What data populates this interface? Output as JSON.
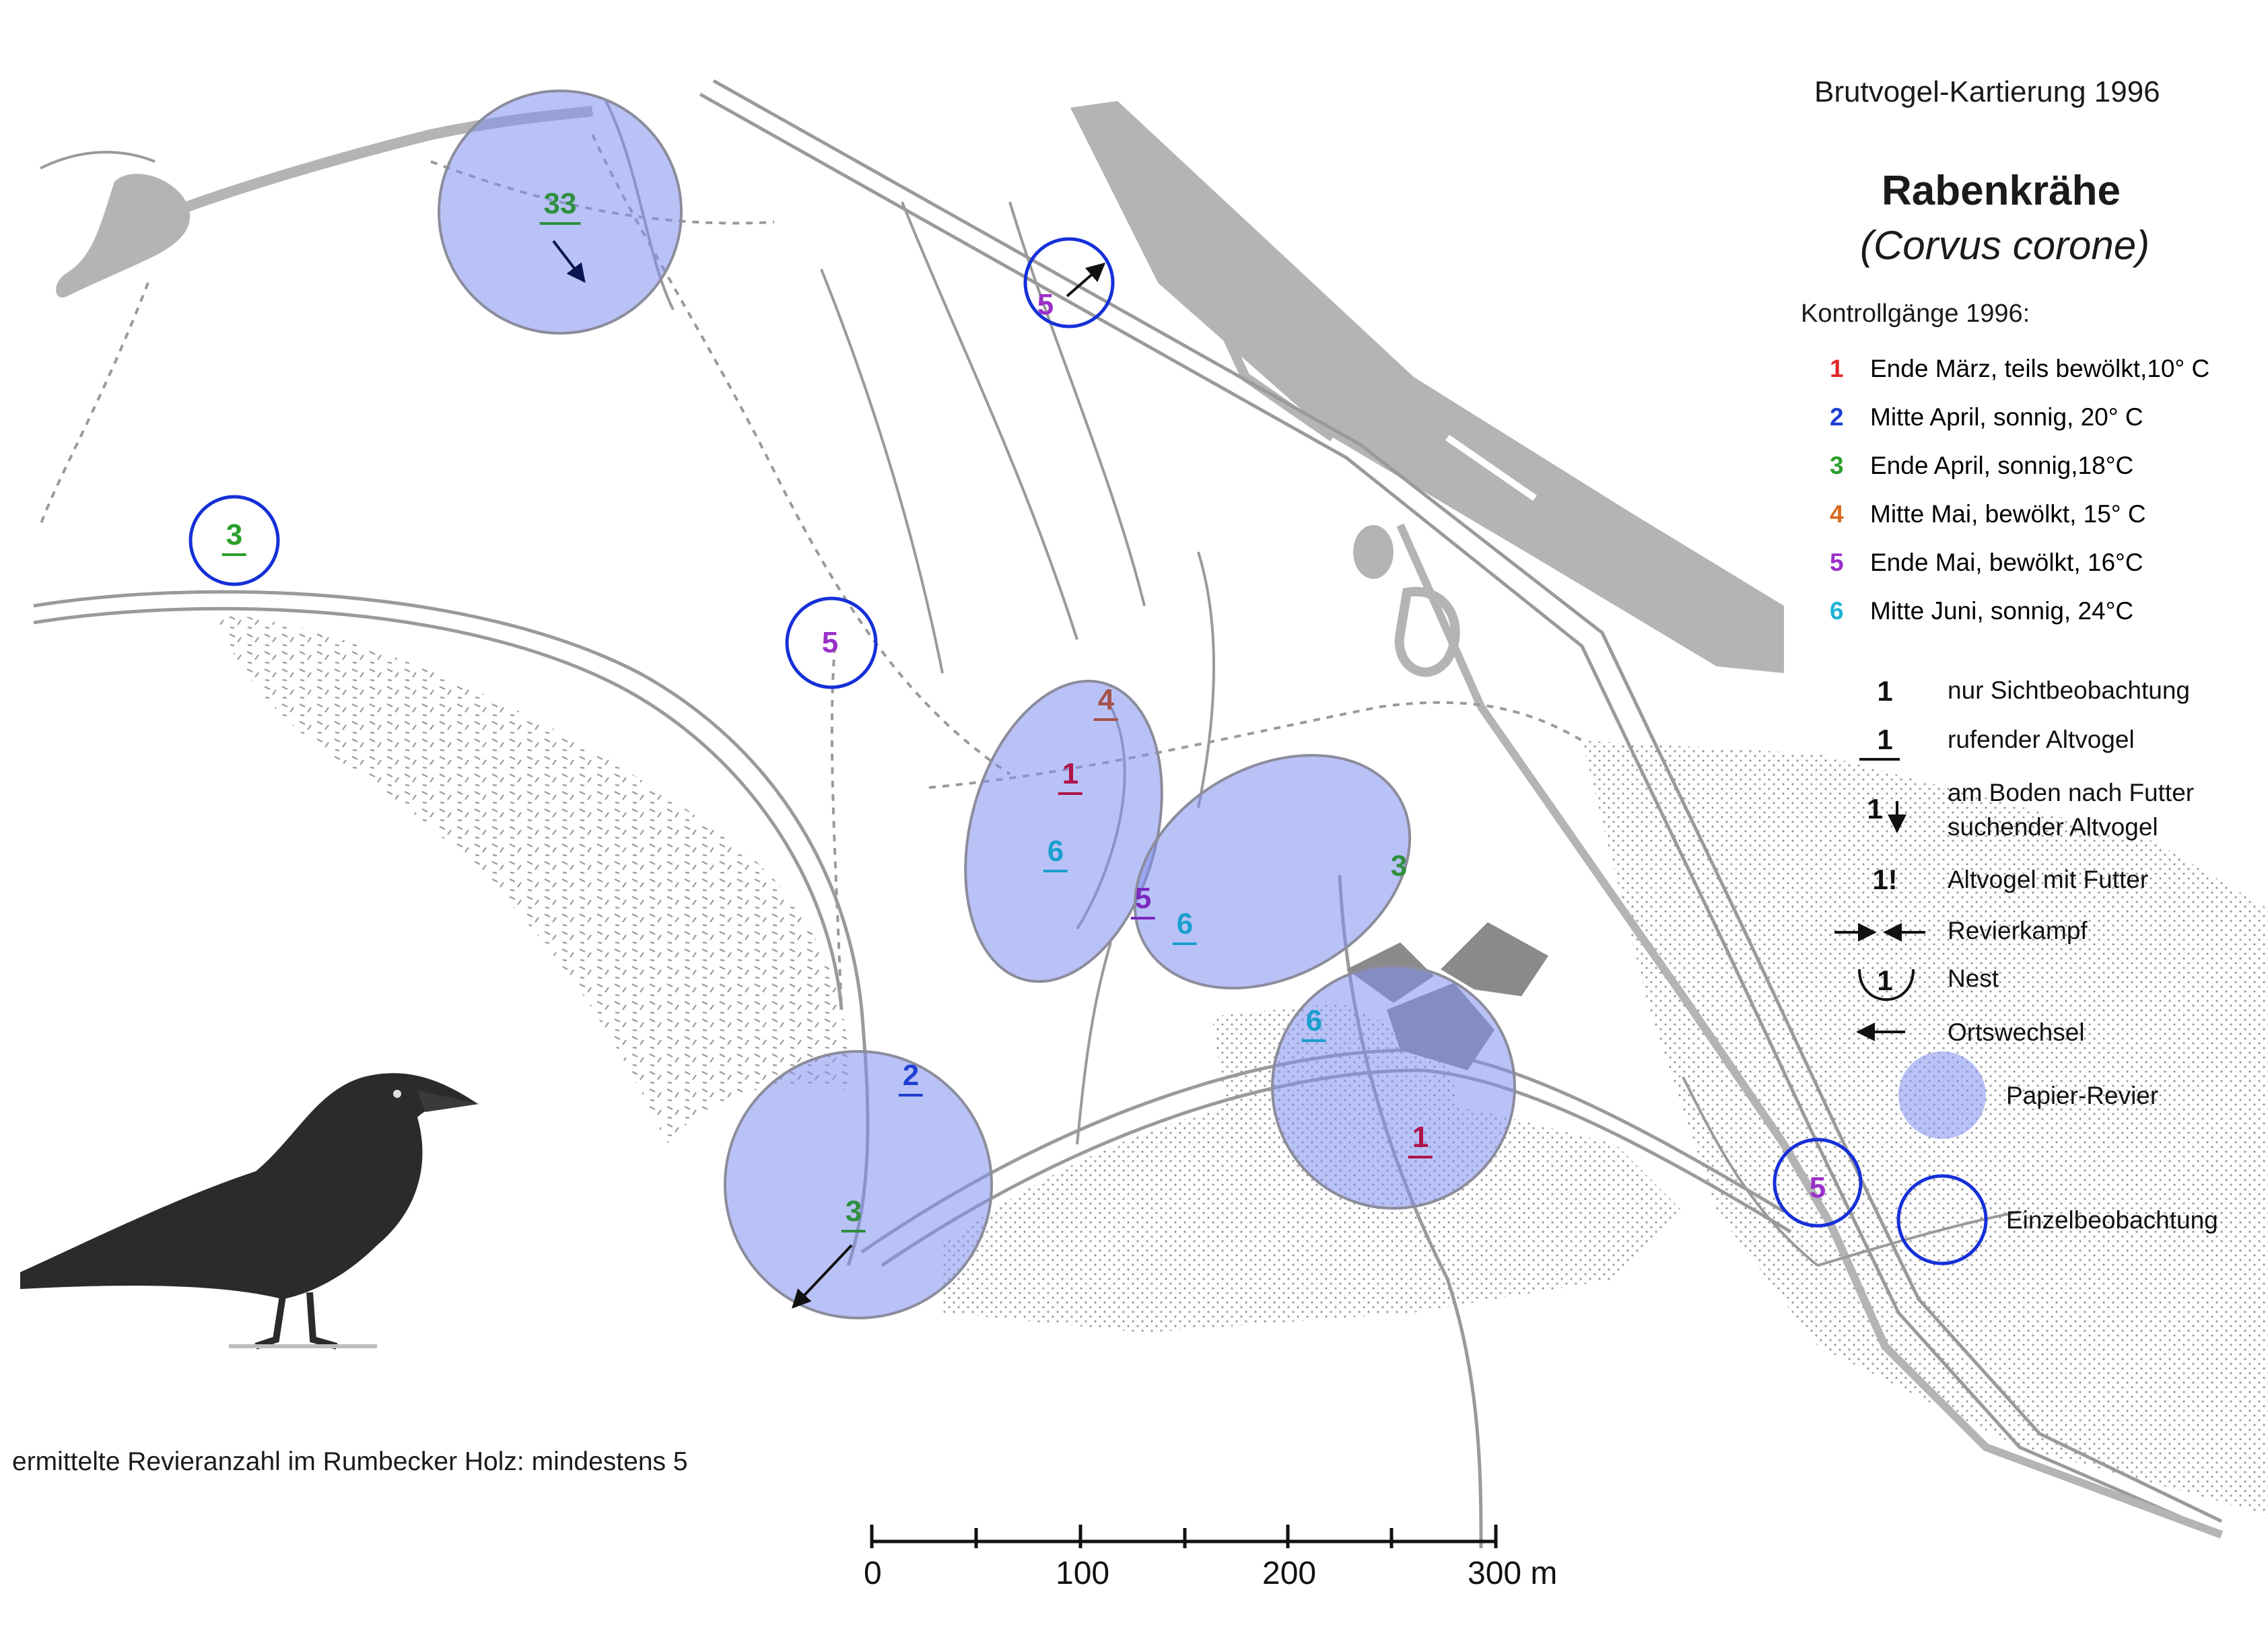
{
  "title": "Brutvogel-Kartierung 1996",
  "species": {
    "common_name": "Rabenkrähe",
    "latin_name": "(Corvus corone)"
  },
  "visits": {
    "title": "Kontrollgänge 1996:",
    "items": [
      {
        "num": "1",
        "label": "Ende März, teils bewölkt,10° C",
        "color": "#e0262b"
      },
      {
        "num": "2",
        "label": "Mitte April, sonnig, 20° C",
        "color": "#1f3fd1"
      },
      {
        "num": "3",
        "label": "Ende April, sonnig,18°C",
        "color": "#2aa02a"
      },
      {
        "num": "4",
        "label": "Mitte Mai, bewölkt, 15° C",
        "color": "#d96a1e"
      },
      {
        "num": "5",
        "label": "Ende Mai, bewölkt, 16°C",
        "color": "#9b30c9"
      },
      {
        "num": "6",
        "label": "Mitte Juni, sonnig, 24°C",
        "color": "#1ab3d6"
      }
    ]
  },
  "legend": {
    "sight": {
      "symbol": "1",
      "label": "nur Sichtbeobachtung"
    },
    "calling": {
      "symbol": "1",
      "label": "rufender Altvogel"
    },
    "foraging": {
      "symbol": "1",
      "label_line1": "am Boden nach Futter",
      "label_line2": "suchender Altvogel"
    },
    "with_food": {
      "symbol": "1!",
      "label": "Altvogel mit Futter"
    },
    "fight": {
      "label": "Revierkampf"
    },
    "nest": {
      "symbol": "1",
      "label": "Nest"
    },
    "move": {
      "label": "Ortswechsel"
    },
    "paper_territory": {
      "label": "Papier-Revier"
    },
    "single_obs": {
      "label": "Einzelbeobachtung"
    }
  },
  "footer": "ermittelte Revieranzahl im Rumbecker Holz: mindestens 5",
  "scale": {
    "labels": [
      "0",
      "100",
      "200",
      "300 m"
    ]
  },
  "colors": {
    "territory_fill": "#7f8ff0",
    "territory_stroke": "#8c8c9c",
    "single_obs_stroke": "#1530d8",
    "map_gray": "#b4b4b4",
    "map_line": "#9a9a9a"
  },
  "markers": {
    "t1_a": "3",
    "t1_b": "3",
    "t2_4": "4",
    "t2_1": "1",
    "t2_6": "6",
    "t3_5": "5",
    "t3_6": "6",
    "t3_3": "3",
    "t4_6": "6",
    "t4_1": "1",
    "t5_2": "2",
    "t5_3": "3",
    "s1": "5",
    "s2": "3",
    "s3": "5",
    "s4": "5"
  }
}
